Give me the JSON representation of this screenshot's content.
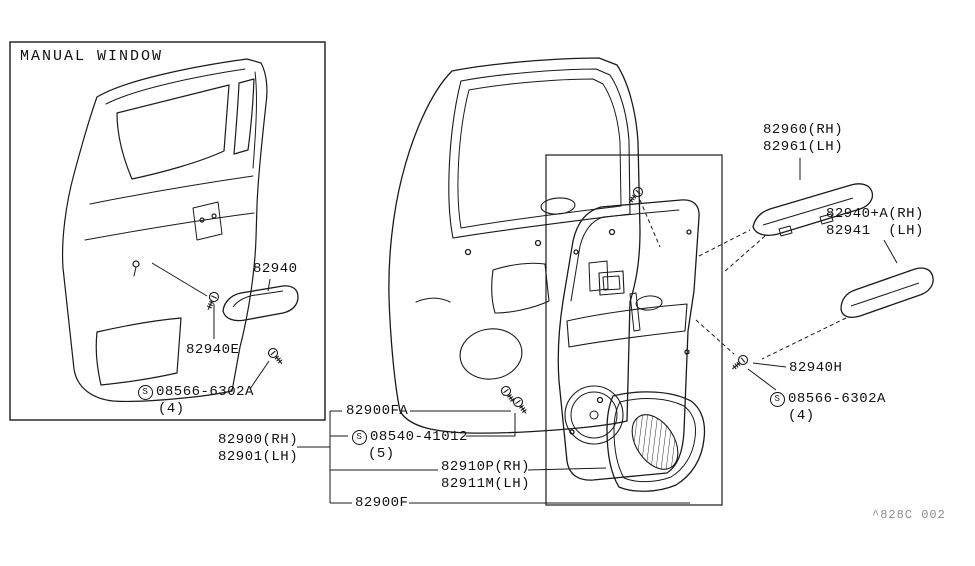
{
  "diagram": {
    "code": "^828C 002",
    "manual_window": {
      "title": "MANUAL WINDOW",
      "armrest": "82940",
      "armrest_screw": "82940E",
      "hardware": {
        "symbol": "S",
        "part": "08566-6302A",
        "qty": "(4)"
      }
    },
    "parts": {
      "armrest_upper_rh": "82960(RH)",
      "armrest_upper_lh": "82961(LH)",
      "armrest_rh": "82940+A(RH)",
      "armrest_lh": "82941  (LH)",
      "armrest_screw": "82940H",
      "hardware_right": {
        "symbol": "S",
        "part": "08566-6302A",
        "qty": "(4)"
      },
      "trim_clip": "82900FA",
      "hardware_trim": {
        "symbol": "S",
        "part": "08540-41012",
        "qty": "(5)"
      },
      "finisher_rh": "82900(RH)",
      "finisher_lh": "82901(LH)",
      "speaker_grille_rh": "82910P(RH)",
      "speaker_grille_lh": "82911M(LH)",
      "trim_clip_f": "82900F"
    }
  }
}
